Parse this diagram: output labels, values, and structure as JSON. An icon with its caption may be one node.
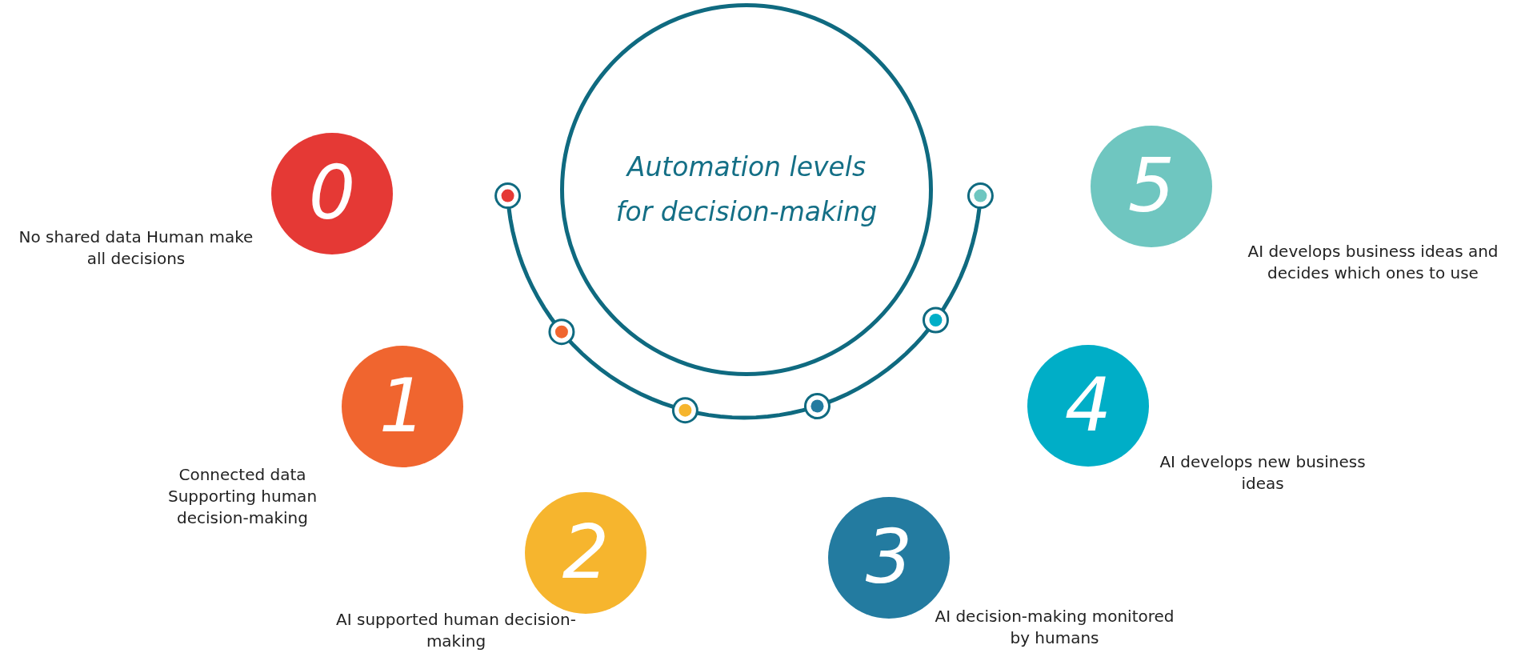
{
  "diagram": {
    "nodes": [
      {
        "text": [
          "Automation levels for decision-making"
        ]
      },
      {
        "text": [
          "0"
        ],
        "beside": [
          "No shared data Human make all decisions"
        ]
      },
      {
        "text": [
          "1"
        ],
        "beside": [
          "Connected data Supporting human decision-making"
        ]
      },
      {
        "text": [
          "2"
        ],
        "beside": [
          "AI supported human decision-making"
        ]
      },
      {
        "text": [
          "3"
        ],
        "beside": [
          "AI decision-making monitored by humans"
        ]
      },
      {
        "text": [
          "4"
        ],
        "beside": [
          "AI develops new business ideas"
        ]
      },
      {
        "text": [
          "5"
        ],
        "beside": [
          "AI develops business ideas and decides which ones to use"
        ]
      }
    ]
  }
}
